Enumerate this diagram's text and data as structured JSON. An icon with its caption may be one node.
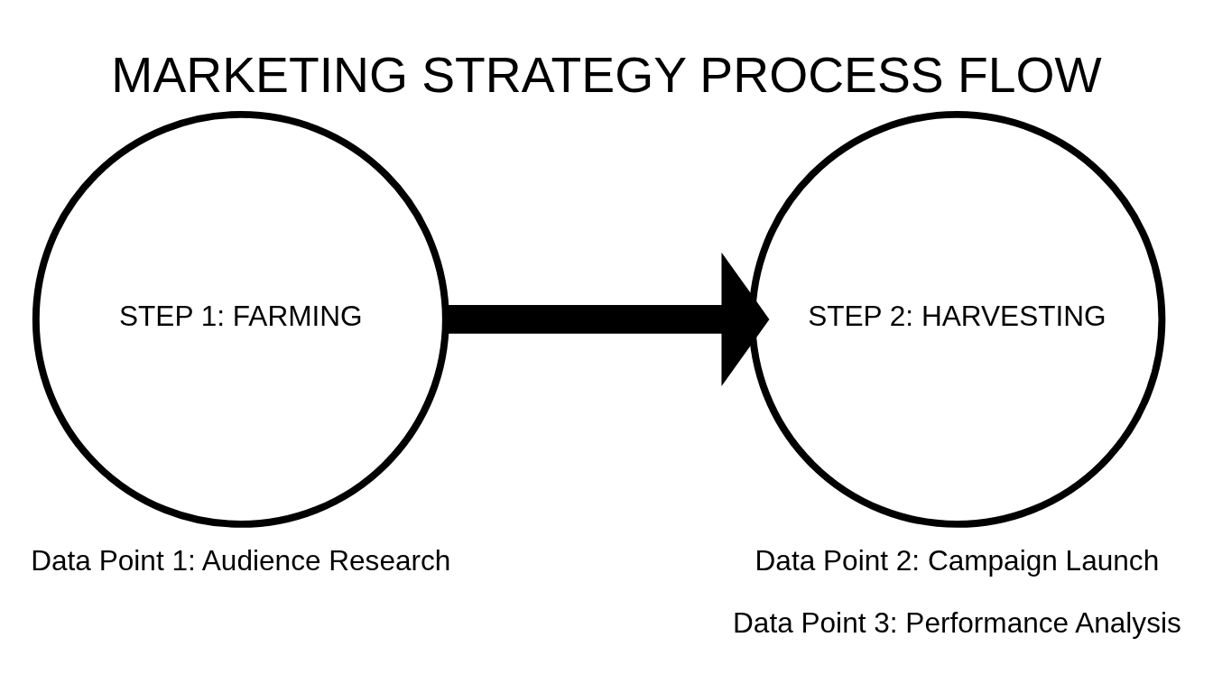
{
  "diagram": {
    "title": "MARKETING STRATEGY PROCESS FLOW",
    "nodes": [
      {
        "text": [
          "STEP 1: FARMING"
        ],
        "beside": [
          "Data Point 1: Audience Research"
        ]
      },
      {
        "text": [
          "STEP 2: HARVESTING"
        ],
        "beside": [
          "Data Point 2: Campaign Launch",
          "Data Point 3: Performance Analysis"
        ]
      }
    ],
    "edges": [
      {
        "from": 0,
        "to": 1,
        "arrow": "to"
      }
    ]
  }
}
